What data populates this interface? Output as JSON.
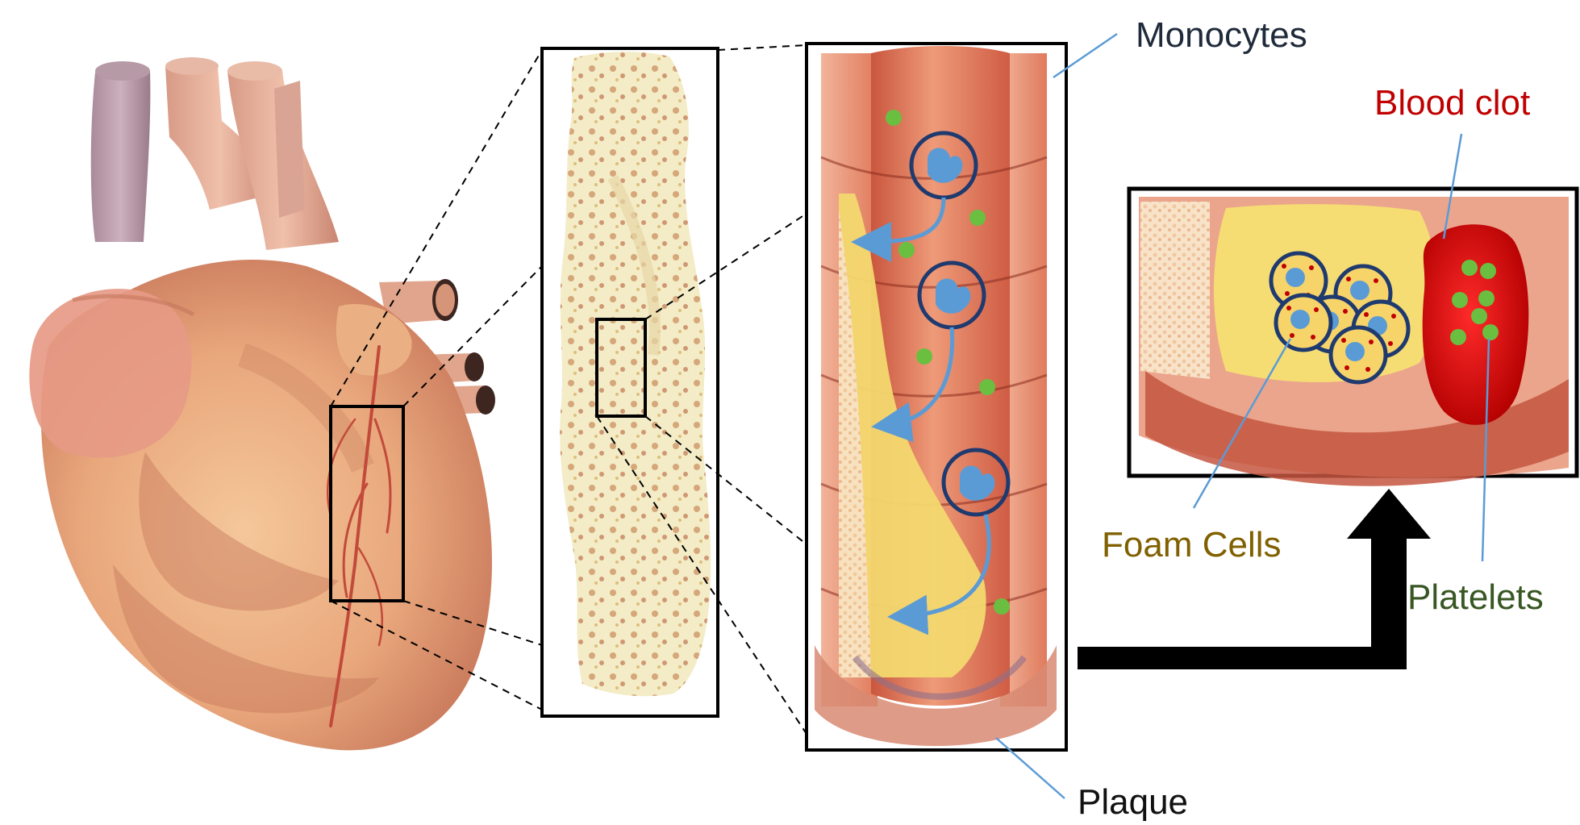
{
  "labels": {
    "monocytes": "Monocytes",
    "blood_clot": "Blood clot",
    "foam_cells": "Foam Cells",
    "platelets": "Platelets",
    "plaque": "Plaque"
  },
  "colors": {
    "monocytes": "#1f2a3a",
    "blood_clot": "#c00000",
    "foam_cells": "#806000",
    "platelets": "#385723",
    "plaque": "#111111",
    "leader_line": "#5b9bd5",
    "monocyte_fill": "#5b9bd5",
    "monocyte_ring": "#1f3a6e",
    "platelet_dot": "#6abf40",
    "clot_red": "#d81010",
    "artery_wall": "#e8866a",
    "plaque_yellow": "#f3dc7a"
  }
}
